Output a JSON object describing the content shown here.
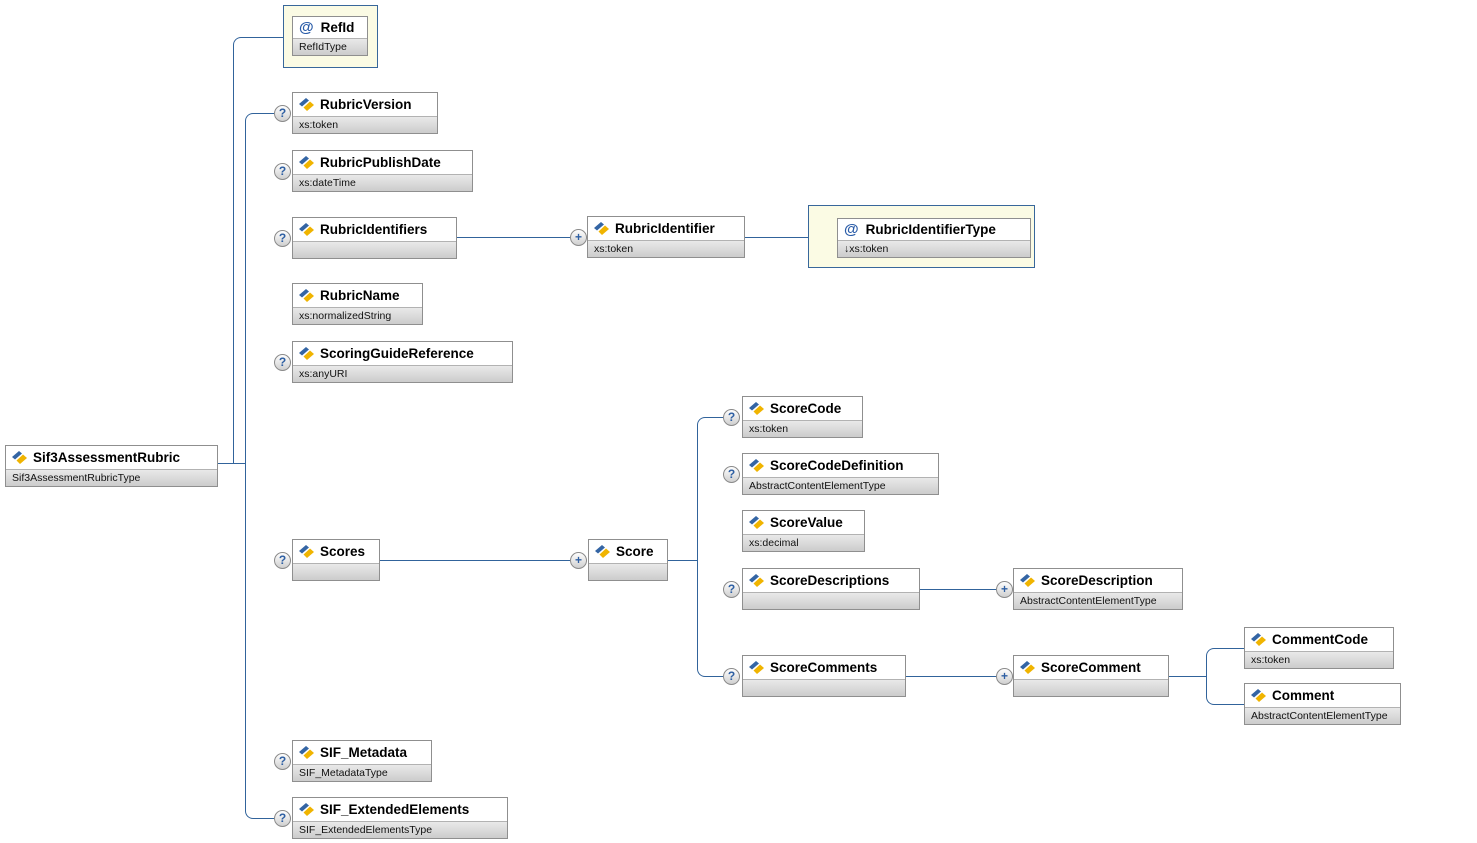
{
  "symbols": {
    "optional": "?",
    "repeat": "+",
    "attribute": "@"
  },
  "colors": {
    "connector": "#31639b",
    "attribute_box_bg": "#fbfbe4",
    "attribute_box_border": "#38679b",
    "node_border": "#8f8f8f",
    "type_band": "#d6d6d6",
    "icon_blue": "#3465a4",
    "icon_gold": "#f0b400",
    "badge_text": "#2e5fa3"
  },
  "nodes": {
    "root": {
      "label": "Sif3AssessmentRubric",
      "type": "Sif3AssessmentRubricType"
    },
    "refid": {
      "label": "RefId",
      "type": "RefIdType"
    },
    "rubric_version": {
      "label": "RubricVersion",
      "type": "xs:token"
    },
    "rubric_publish_date": {
      "label": "RubricPublishDate",
      "type": "xs:dateTime"
    },
    "rubric_identifiers": {
      "label": "RubricIdentifiers",
      "type": ""
    },
    "rubric_identifier": {
      "label": "RubricIdentifier",
      "type": "xs:token"
    },
    "rubric_identifier_type": {
      "label": "RubricIdentifierType",
      "type": "↓xs:token"
    },
    "rubric_name": {
      "label": "RubricName",
      "type": "xs:normalizedString"
    },
    "scoring_guide_reference": {
      "label": "ScoringGuideReference",
      "type": "xs:anyURI"
    },
    "scores": {
      "label": "Scores",
      "type": ""
    },
    "score": {
      "label": "Score",
      "type": ""
    },
    "score_code": {
      "label": "ScoreCode",
      "type": "xs:token"
    },
    "score_code_definition": {
      "label": "ScoreCodeDefinition",
      "type": "AbstractContentElementType"
    },
    "score_value": {
      "label": "ScoreValue",
      "type": "xs:decimal"
    },
    "score_descriptions": {
      "label": "ScoreDescriptions",
      "type": ""
    },
    "score_description": {
      "label": "ScoreDescription",
      "type": "AbstractContentElementType"
    },
    "score_comments": {
      "label": "ScoreComments",
      "type": ""
    },
    "score_comment": {
      "label": "ScoreComment",
      "type": ""
    },
    "comment_code": {
      "label": "CommentCode",
      "type": "xs:token"
    },
    "comment": {
      "label": "Comment",
      "type": "AbstractContentElementType"
    },
    "sif_metadata": {
      "label": "SIF_Metadata",
      "type": "SIF_MetadataType"
    },
    "sif_extended_elements": {
      "label": "SIF_ExtendedElements",
      "type": "SIF_ExtendedElementsType"
    }
  }
}
